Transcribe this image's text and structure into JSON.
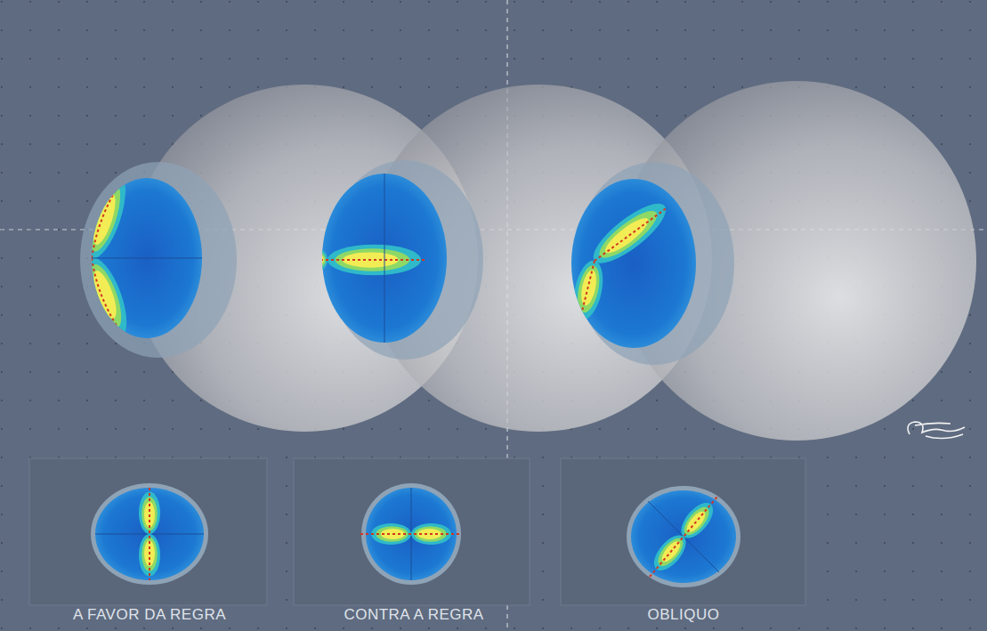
{
  "diagram": {
    "labels": [
      "A FAVOR DA REGRA",
      "CONTRA A REGRA",
      "OBLIQUO"
    ]
  }
}
